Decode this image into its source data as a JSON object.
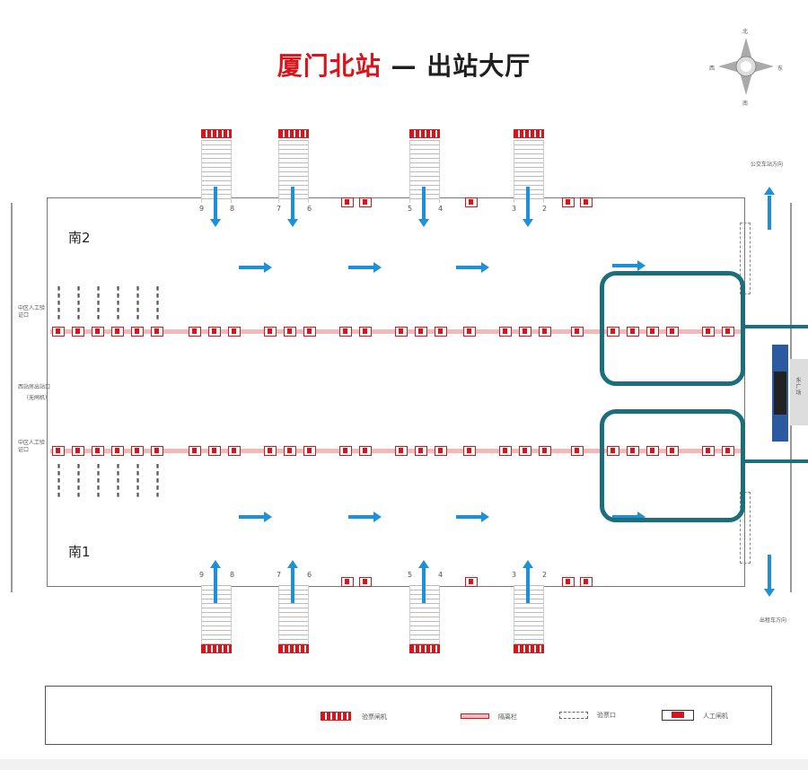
{
  "title": {
    "station": "厦门北站",
    "dash": "—",
    "hall": "出站大厅"
  },
  "compass": {
    "n": "北",
    "s": "南",
    "w": "西",
    "e": "东"
  },
  "zones": {
    "south2": "南2",
    "south1": "南1"
  },
  "side_labels": {
    "west_exit": "西站房出站口",
    "west_exit_sub": "（无闸机）",
    "left_top": "中区人工验证口",
    "left_bottom": "中区人工验证口",
    "bus_top": "公交车站方向",
    "taxi_bottom": "出租车方向",
    "east_gate": "东广场"
  },
  "platform_numbers": {
    "top": [
      "9",
      "8",
      "7",
      "6",
      "5",
      "4",
      "3",
      "2"
    ],
    "bottom": [
      "9",
      "8",
      "7",
      "6",
      "5",
      "4",
      "3",
      "2"
    ]
  },
  "legend": {
    "items": [
      {
        "label": "验票闸机"
      },
      {
        "label": "隔离栏"
      },
      {
        "label": "验票口"
      },
      {
        "label": "人工闸机"
      }
    ]
  },
  "colors": {
    "red": "#d9141b",
    "blue": "#1e90d6",
    "teal": "#1b6e7a",
    "pink": "#f4b8b8"
  }
}
